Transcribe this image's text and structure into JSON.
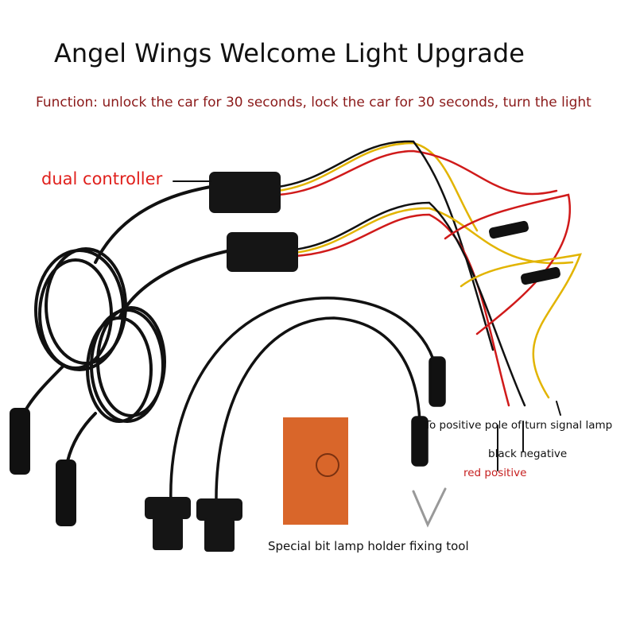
{
  "title": "Angel Wings Welcome Light Upgrade",
  "function_text": "Function: unlock the car for 30 seconds, lock the car for 30 seconds, turn the light",
  "labels": {
    "dual_controller": "dual controller",
    "turn_signal": "To positive pole of turn signal lamp",
    "black_negative": "black negative",
    "red_positive": "red positive",
    "tool": "Special bit lamp holder fixing tool"
  },
  "colors": {
    "title": "#111111",
    "function": "#8b1a1a",
    "dual_controller": "#e0201c",
    "red_positive": "#c62020",
    "box": "#d9662a"
  }
}
